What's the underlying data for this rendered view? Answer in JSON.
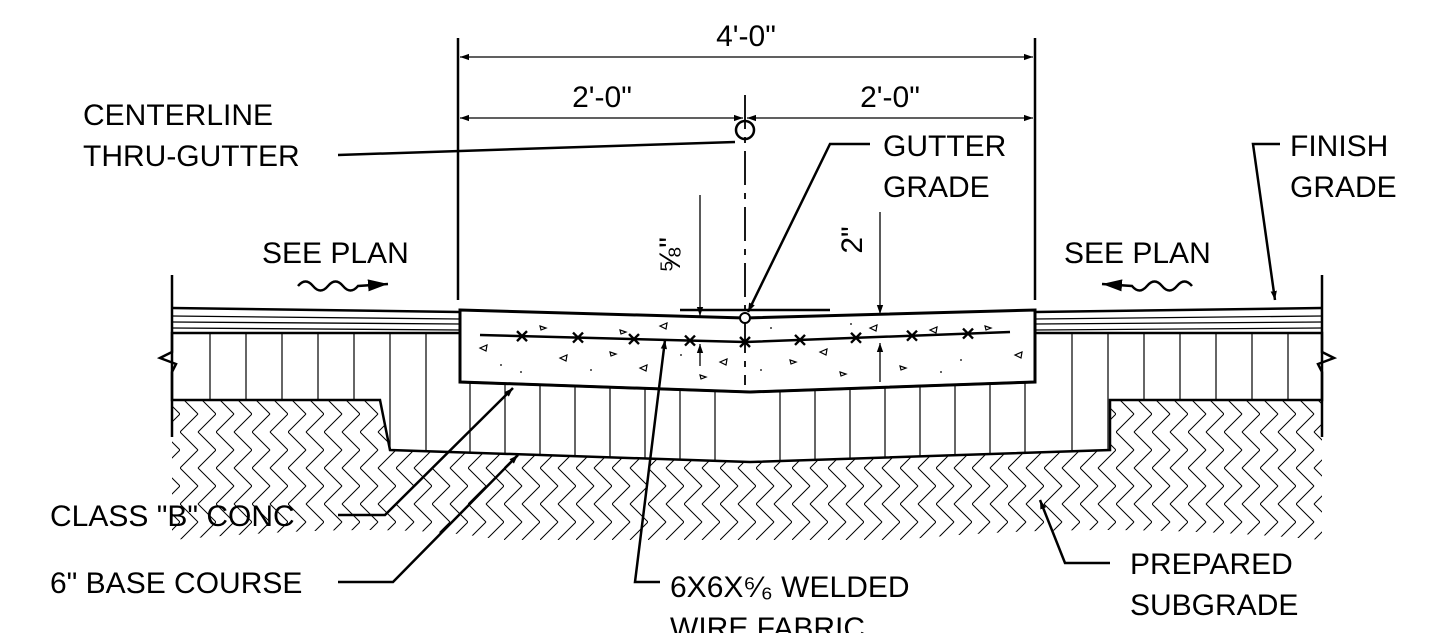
{
  "dimensions": {
    "overall_width": "4'-0\"",
    "left_half": "2'-0\"",
    "right_half": "2'-0\"",
    "center_depth": "⅝\"",
    "edge_depth": "2\""
  },
  "labels": {
    "centerline_1": "CENTERLINE",
    "centerline_2": "THRU-GUTTER",
    "gutter_grade_1": "GUTTER",
    "gutter_grade_2": "GRADE",
    "finish_grade_1": "FINISH",
    "finish_grade_2": "GRADE",
    "see_plan_left": "SEE PLAN",
    "see_plan_right": "SEE PLAN",
    "class_b_conc": "CLASS \"B\" CONC",
    "base_course": "6\" BASE COURSE",
    "wire_fabric_1": "6X6X⁶⁄₆ WELDED",
    "wire_fabric_2": "WIRE FABRIC",
    "subgrade_1": "PREPARED",
    "subgrade_2": "SUBGRADE"
  }
}
